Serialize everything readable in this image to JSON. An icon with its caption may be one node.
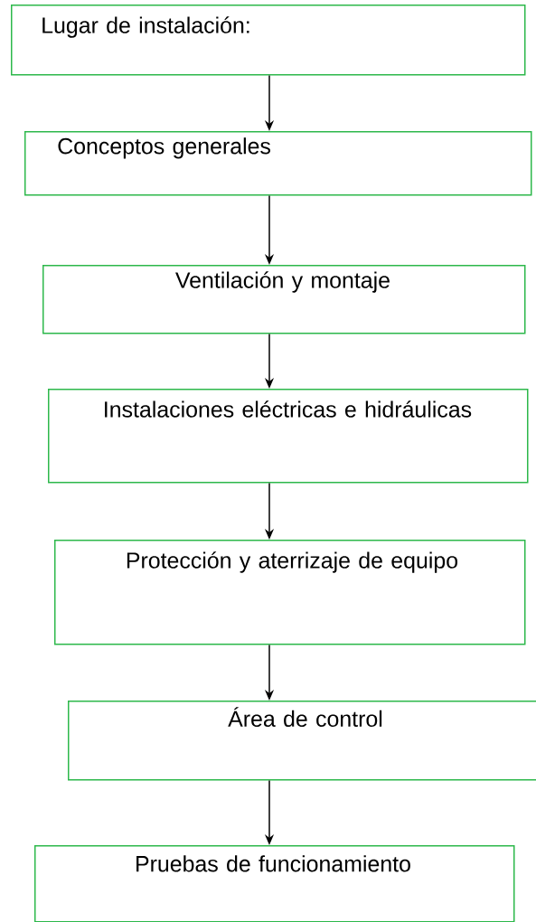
{
  "diagram": {
    "nodes": [
      {
        "text": [
          "Lugar de instalación:"
        ]
      },
      {
        "text": [
          "Conceptos generales"
        ]
      },
      {
        "text": [
          "Ventilación y montaje"
        ]
      },
      {
        "text": [
          "Instalaciones eléctricas e hidráulicas"
        ]
      },
      {
        "text": [
          "Protección y aterrizaje de equipo"
        ]
      },
      {
        "text": [
          "Área de control"
        ]
      },
      {
        "text": [
          "Pruebas de funcionamiento"
        ]
      }
    ],
    "edges": [
      {
        "from": 0,
        "to": 1,
        "arrow": "to"
      },
      {
        "from": 1,
        "to": 2,
        "arrow": "to"
      },
      {
        "from": 2,
        "to": 3,
        "arrow": "to"
      },
      {
        "from": 3,
        "to": 4,
        "arrow": "to"
      },
      {
        "from": 4,
        "to": 5,
        "arrow": "to"
      },
      {
        "from": 5,
        "to": 6,
        "arrow": "to"
      }
    ]
  }
}
